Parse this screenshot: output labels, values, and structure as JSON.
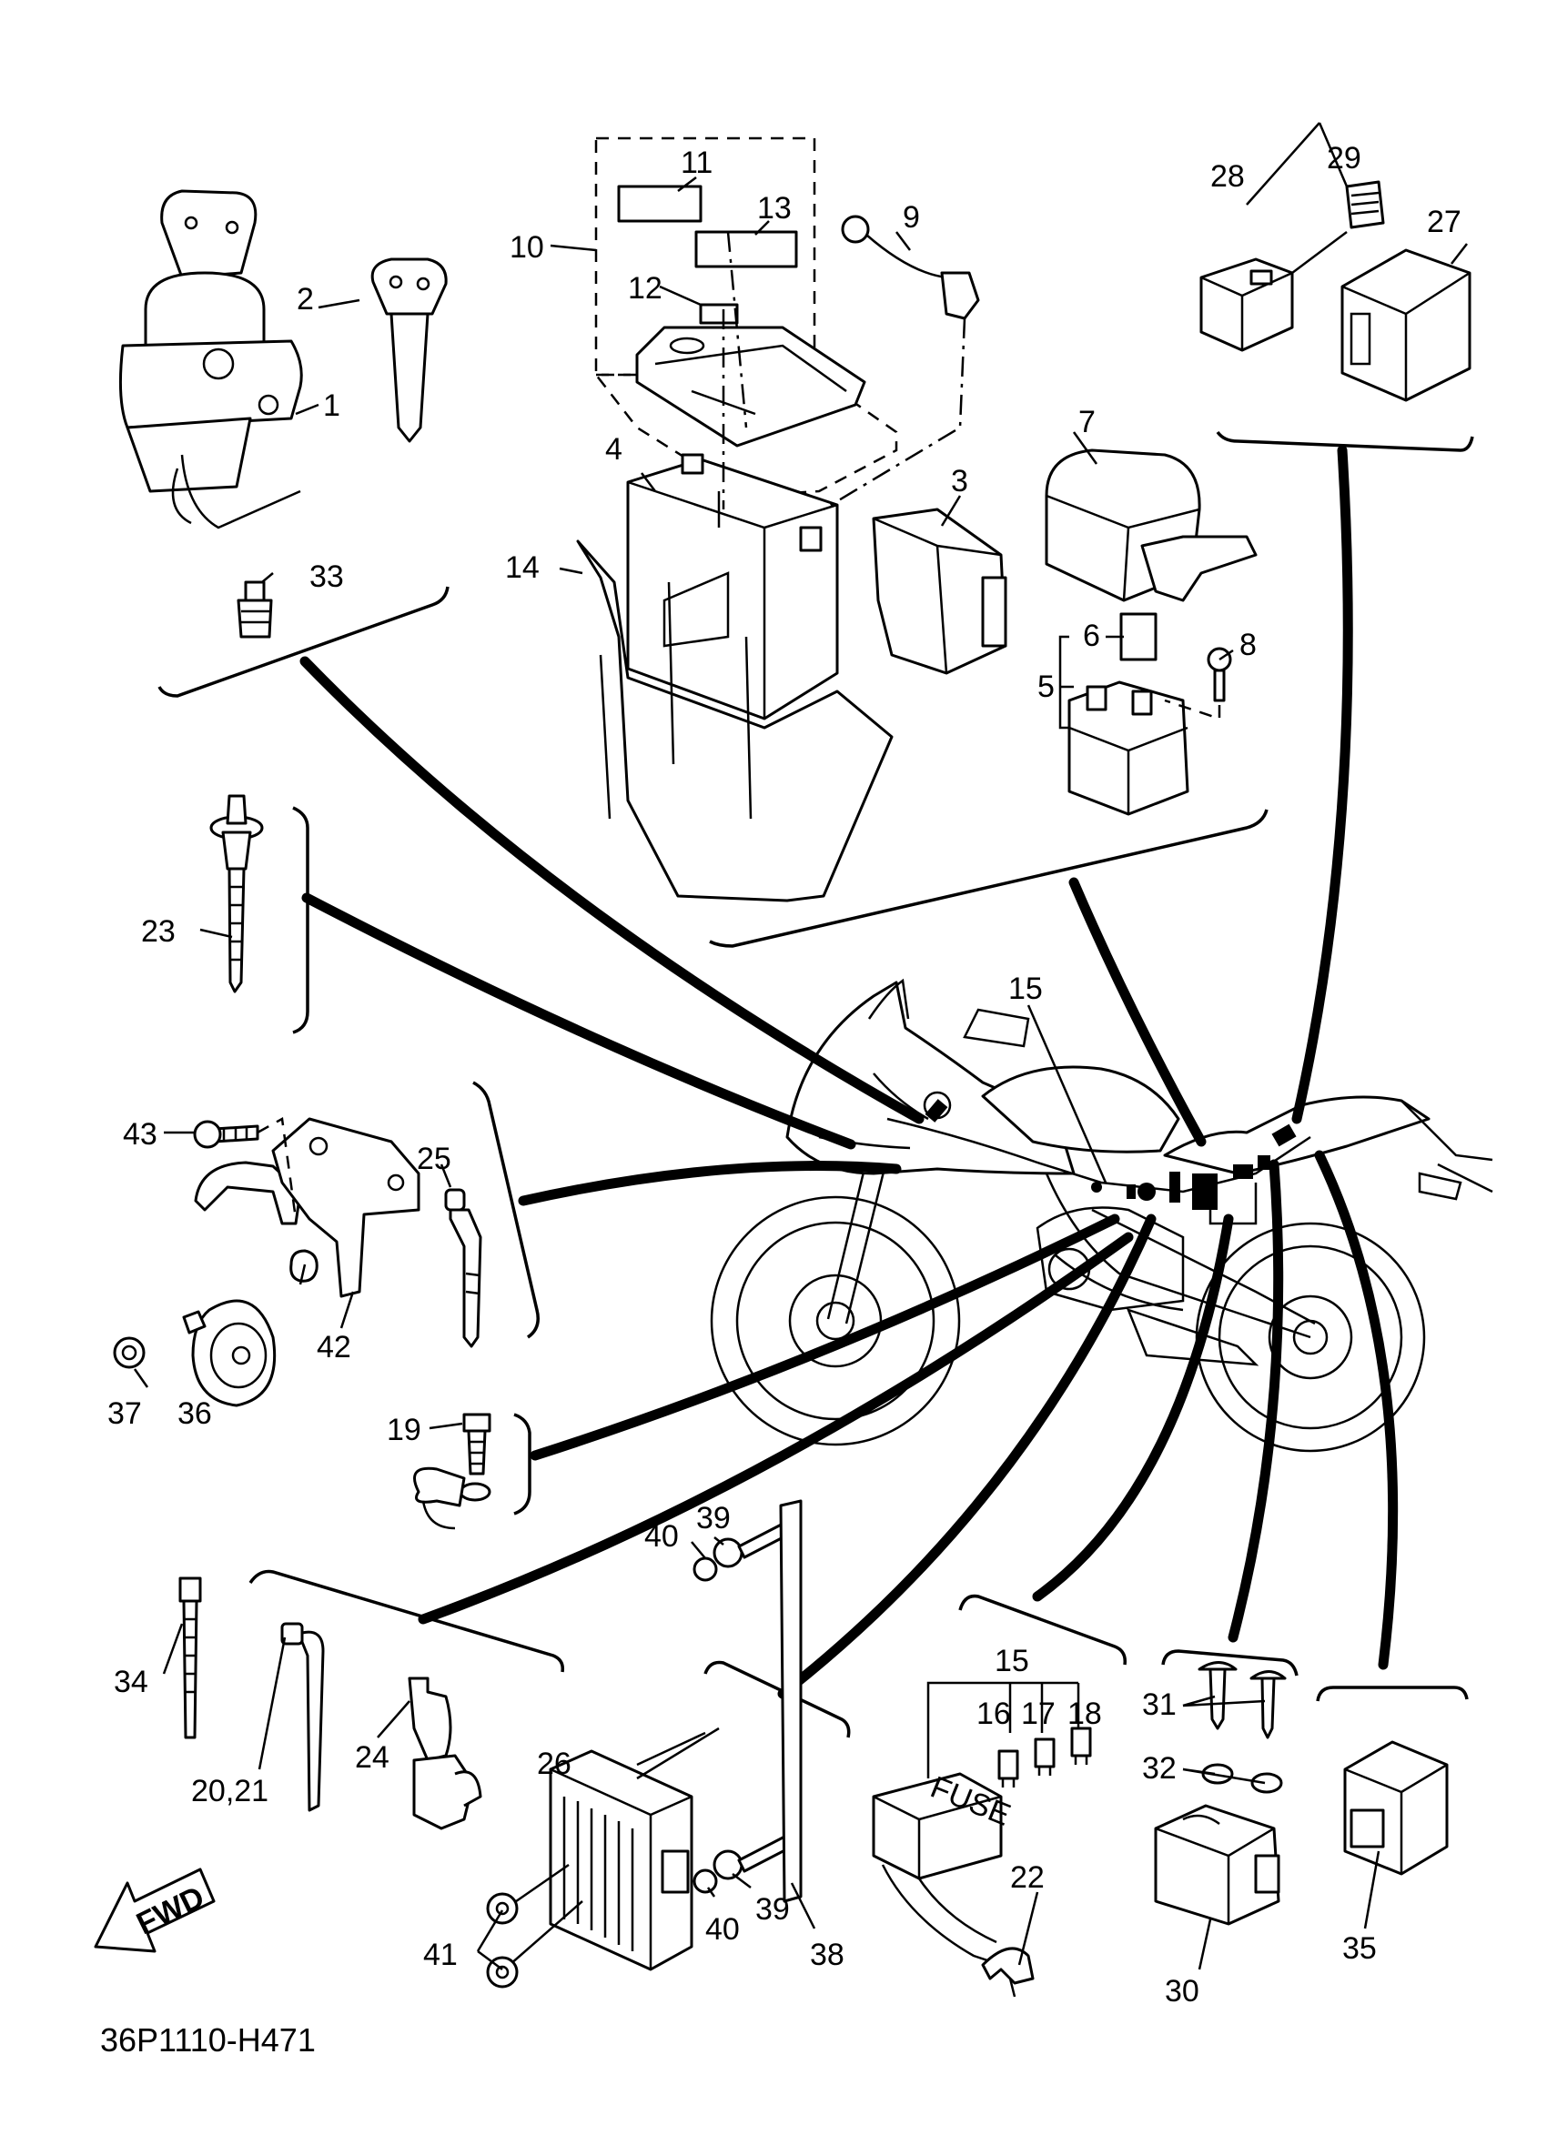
{
  "diagram": {
    "code": "36P1110-H471",
    "fwd_label": "FWD",
    "fuse_label": "FUSE",
    "labels": {
      "l1": "1",
      "l2": "2",
      "l3": "3",
      "l4": "4",
      "l5": "5",
      "l6": "6",
      "l7": "7",
      "l8": "8",
      "l9": "9",
      "l10": "10",
      "l11": "11",
      "l12": "12",
      "l13": "13",
      "l14": "14",
      "l15": "15",
      "l15b": "15",
      "l16": "16",
      "l17": "17",
      "l18": "18",
      "l19": "19",
      "l2021": "20,21",
      "l22": "22",
      "l23": "23",
      "l24": "24",
      "l25": "25",
      "l26": "26",
      "l27": "27",
      "l28": "28",
      "l29": "29",
      "l30": "30",
      "l31": "31",
      "l32": "32",
      "l33": "33",
      "l34": "34",
      "l35": "35",
      "l36": "36",
      "l37": "37",
      "l38": "38",
      "l39a": "39",
      "l39b": "39",
      "l40a": "40",
      "l40b": "40",
      "l41": "41",
      "l42": "42",
      "l43": "43"
    }
  }
}
